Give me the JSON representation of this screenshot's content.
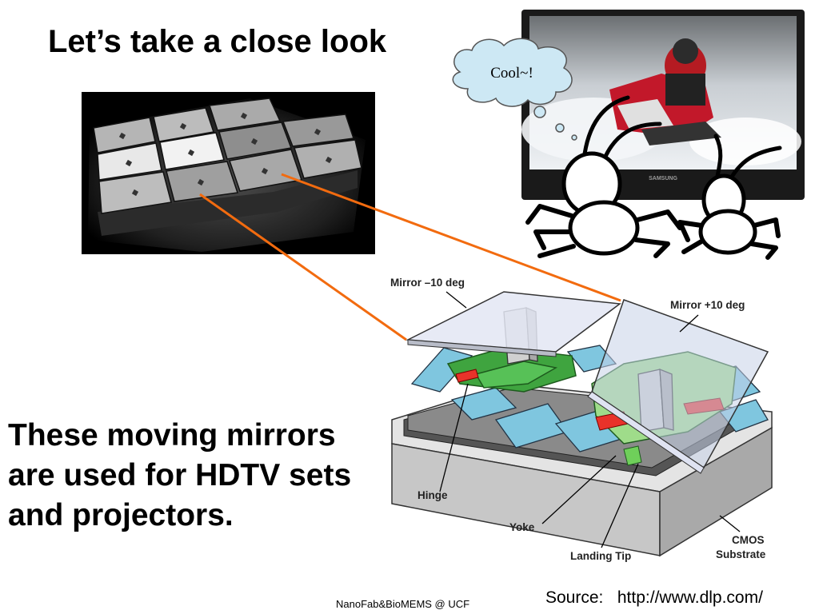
{
  "slide": {
    "title": "Let’s take a close look",
    "body": "These moving mirrors are used for HDTV sets and projectors.",
    "footer": "NanoFab&BioMEMS @ UCF",
    "source": "Source:   http://www.dlp.com/"
  },
  "tv": {
    "brand": "SAMSUNG"
  },
  "bubble": {
    "text": "Cool~!"
  },
  "diagram": {
    "labels": {
      "mirror_minus": "Mirror –10 deg",
      "mirror_plus": "Mirror +10 deg",
      "hinge": "Hinge",
      "yoke": "Yoke",
      "landing_tip": "Landing Tip",
      "cmos_line1": "CMOS",
      "cmos_line2": "Substrate"
    }
  },
  "colors": {
    "connector_line": "#f26b0f",
    "mirror_fill": "#dfe3f2",
    "yoke_green": "#6fcf5a",
    "hinge_red": "#e8322a",
    "electrode_blue": "#7fc6df",
    "substrate_gray": "#cfcfcf"
  }
}
